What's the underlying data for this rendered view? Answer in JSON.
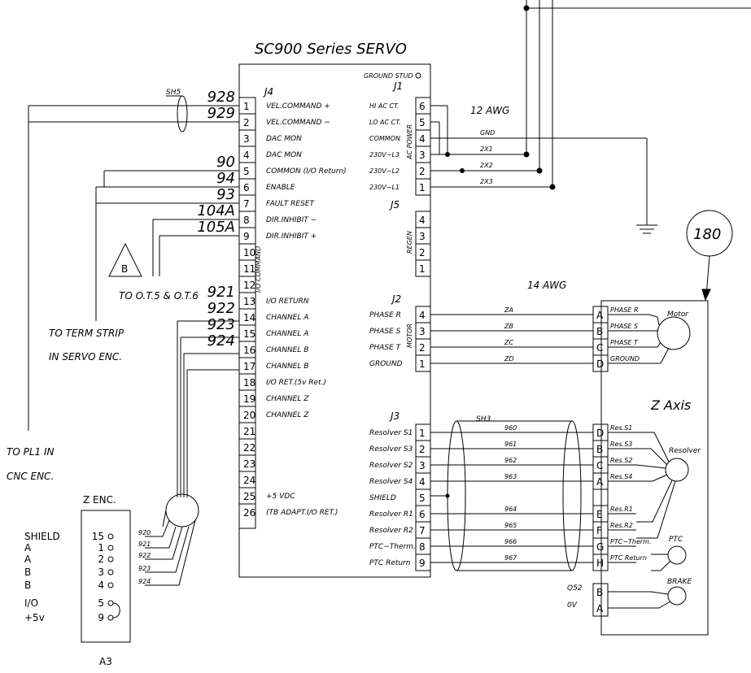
{
  "title": "SC900 Series SERVO",
  "ground_stud": "GROUND STUD",
  "connectors": {
    "j1": "J1",
    "j2": "J2",
    "j3": "J3",
    "j4": "J4",
    "j5": "J5",
    "vert_io_command": "I/O COMMAND",
    "vert_ac_power": "AC POWER",
    "vert_regen": "REGEN",
    "vert_motor": "MOTOR"
  },
  "j4_pins": [
    {
      "n": "1",
      "label": "VEL.COMMAND +",
      "wire": "928"
    },
    {
      "n": "2",
      "label": "VEL.COMMAND −",
      "wire": "929"
    },
    {
      "n": "3",
      "label": "DAC MON",
      "wire": ""
    },
    {
      "n": "4",
      "label": "DAC MON",
      "wire": ""
    },
    {
      "n": "5",
      "label": "COMMON (I/O Return)",
      "wire": "90"
    },
    {
      "n": "6",
      "label": "ENABLE",
      "wire": "94"
    },
    {
      "n": "7",
      "label": "FAULT RESET",
      "wire": "93"
    },
    {
      "n": "8",
      "label": "DIR.INHIBIT −",
      "wire": "104A"
    },
    {
      "n": "9",
      "label": "DIR.INHIBIT +",
      "wire": "105A"
    },
    {
      "n": "10",
      "label": "",
      "wire": ""
    },
    {
      "n": "11",
      "label": "",
      "wire": ""
    },
    {
      "n": "12",
      "label": "",
      "wire": ""
    },
    {
      "n": "13",
      "label": "I/O RETURN",
      "wire": "921"
    },
    {
      "n": "14",
      "label": "CHANNEL A",
      "wire": "922"
    },
    {
      "n": "15",
      "label": "CHANNEL A",
      "wire": "923"
    },
    {
      "n": "16",
      "label": "CHANNEL B",
      "wire": "924"
    },
    {
      "n": "17",
      "label": "CHANNEL B",
      "wire": ""
    },
    {
      "n": "18",
      "label": "I/O RET.(5v Ret.)",
      "wire": ""
    },
    {
      "n": "19",
      "label": "CHANNEL Z",
      "wire": ""
    },
    {
      "n": "20",
      "label": "CHANNEL Z",
      "wire": ""
    },
    {
      "n": "21",
      "label": "",
      "wire": ""
    },
    {
      "n": "22",
      "label": "",
      "wire": ""
    },
    {
      "n": "23",
      "label": "",
      "wire": ""
    },
    {
      "n": "24",
      "label": "",
      "wire": ""
    },
    {
      "n": "25",
      "label": "+5 VDC",
      "wire": ""
    },
    {
      "n": "26",
      "label": "(TB ADAPT.I/O RET.)",
      "wire": ""
    }
  ],
  "j1_pins": [
    {
      "n": "6",
      "label": "HI AC CT.",
      "wire": ""
    },
    {
      "n": "5",
      "label": "LO AC CT.",
      "wire": ""
    },
    {
      "n": "4",
      "label": "COMMON",
      "wire": "GND"
    },
    {
      "n": "3",
      "label": "230V−L3",
      "wire": "2X1"
    },
    {
      "n": "2",
      "label": "230V−L2",
      "wire": "2X2"
    },
    {
      "n": "1",
      "label": "230V−L1",
      "wire": "2X3"
    }
  ],
  "j5_pins": [
    "4",
    "3",
    "2",
    "1"
  ],
  "j2_pins": [
    {
      "n": "4",
      "label": "PHASE R",
      "wire": "ZA",
      "conn": "A",
      "motor_label": "PHASE R"
    },
    {
      "n": "3",
      "label": "PHASE S",
      "wire": "ZB",
      "conn": "B",
      "motor_label": "PHASE S"
    },
    {
      "n": "2",
      "label": "PHASE T",
      "wire": "ZC",
      "conn": "C",
      "motor_label": "PHASE T"
    },
    {
      "n": "1",
      "label": "GROUND",
      "wire": "ZD",
      "conn": "D",
      "motor_label": "GROUND"
    }
  ],
  "j3_pins": [
    {
      "n": "1",
      "label": "Resolver S1",
      "wire": "960",
      "conn": "D",
      "res_label": "Res.S1"
    },
    {
      "n": "2",
      "label": "Resolver S3",
      "wire": "961",
      "conn": "B",
      "res_label": "Res.S3"
    },
    {
      "n": "3",
      "label": "Resolver S2",
      "wire": "962",
      "conn": "C",
      "res_label": "Res.S2"
    },
    {
      "n": "4",
      "label": "Resolver S4",
      "wire": "963",
      "conn": "A",
      "res_label": "Res.S4"
    },
    {
      "n": "5",
      "label": "SHIELD",
      "wire": "",
      "conn": "",
      "res_label": ""
    },
    {
      "n": "6",
      "label": "Resolver R1",
      "wire": "964",
      "conn": "E",
      "res_label": "Res.R1"
    },
    {
      "n": "7",
      "label": "Resolver R2",
      "wire": "965",
      "conn": "F",
      "res_label": "Res.R2"
    },
    {
      "n": "8",
      "label": "PTC−Therm.",
      "wire": "966",
      "conn": "G",
      "res_label": "PTC−Therm."
    },
    {
      "n": "9",
      "label": "PTC Return",
      "wire": "967",
      "conn": "H",
      "res_label": "PTC Return"
    }
  ],
  "brake": {
    "q": "Q52",
    "ov": "0V",
    "b": "B",
    "a": "A",
    "label": "BRAKE"
  },
  "wire_gauge": {
    "power": "12 AWG",
    "motor": "14 AWG"
  },
  "shields": {
    "sh5": "SH5",
    "sh3": "SH3"
  },
  "devices": {
    "motor": "Motor",
    "resolver": "Resolver",
    "ptc": "PTC",
    "axis": "Z Axis",
    "callout": "180",
    "b_flag": "B"
  },
  "notes": {
    "ot": "TO O.T.5 & O.T.6",
    "term1": "TO TERM STRIP",
    "term2": "IN SERVO ENC.",
    "pl1a": "TO PL1 IN",
    "pl1b": "CNC ENC."
  },
  "zenc": {
    "title": "Z ENC.",
    "footer": "A3",
    "rows": [
      {
        "label": "SHIELD",
        "pin": "15",
        "wire": "920"
      },
      {
        "label": "A",
        "pin": "1",
        "wire": "921"
      },
      {
        "label": "A",
        "pin": "2",
        "wire": "922"
      },
      {
        "label": "B",
        "pin": "3",
        "wire": "923"
      },
      {
        "label": "B",
        "pin": "4",
        "wire": "924"
      },
      {
        "label": "I/O",
        "pin": "5",
        "wire": ""
      },
      {
        "label": "+5v",
        "pin": "9",
        "wire": ""
      }
    ]
  }
}
